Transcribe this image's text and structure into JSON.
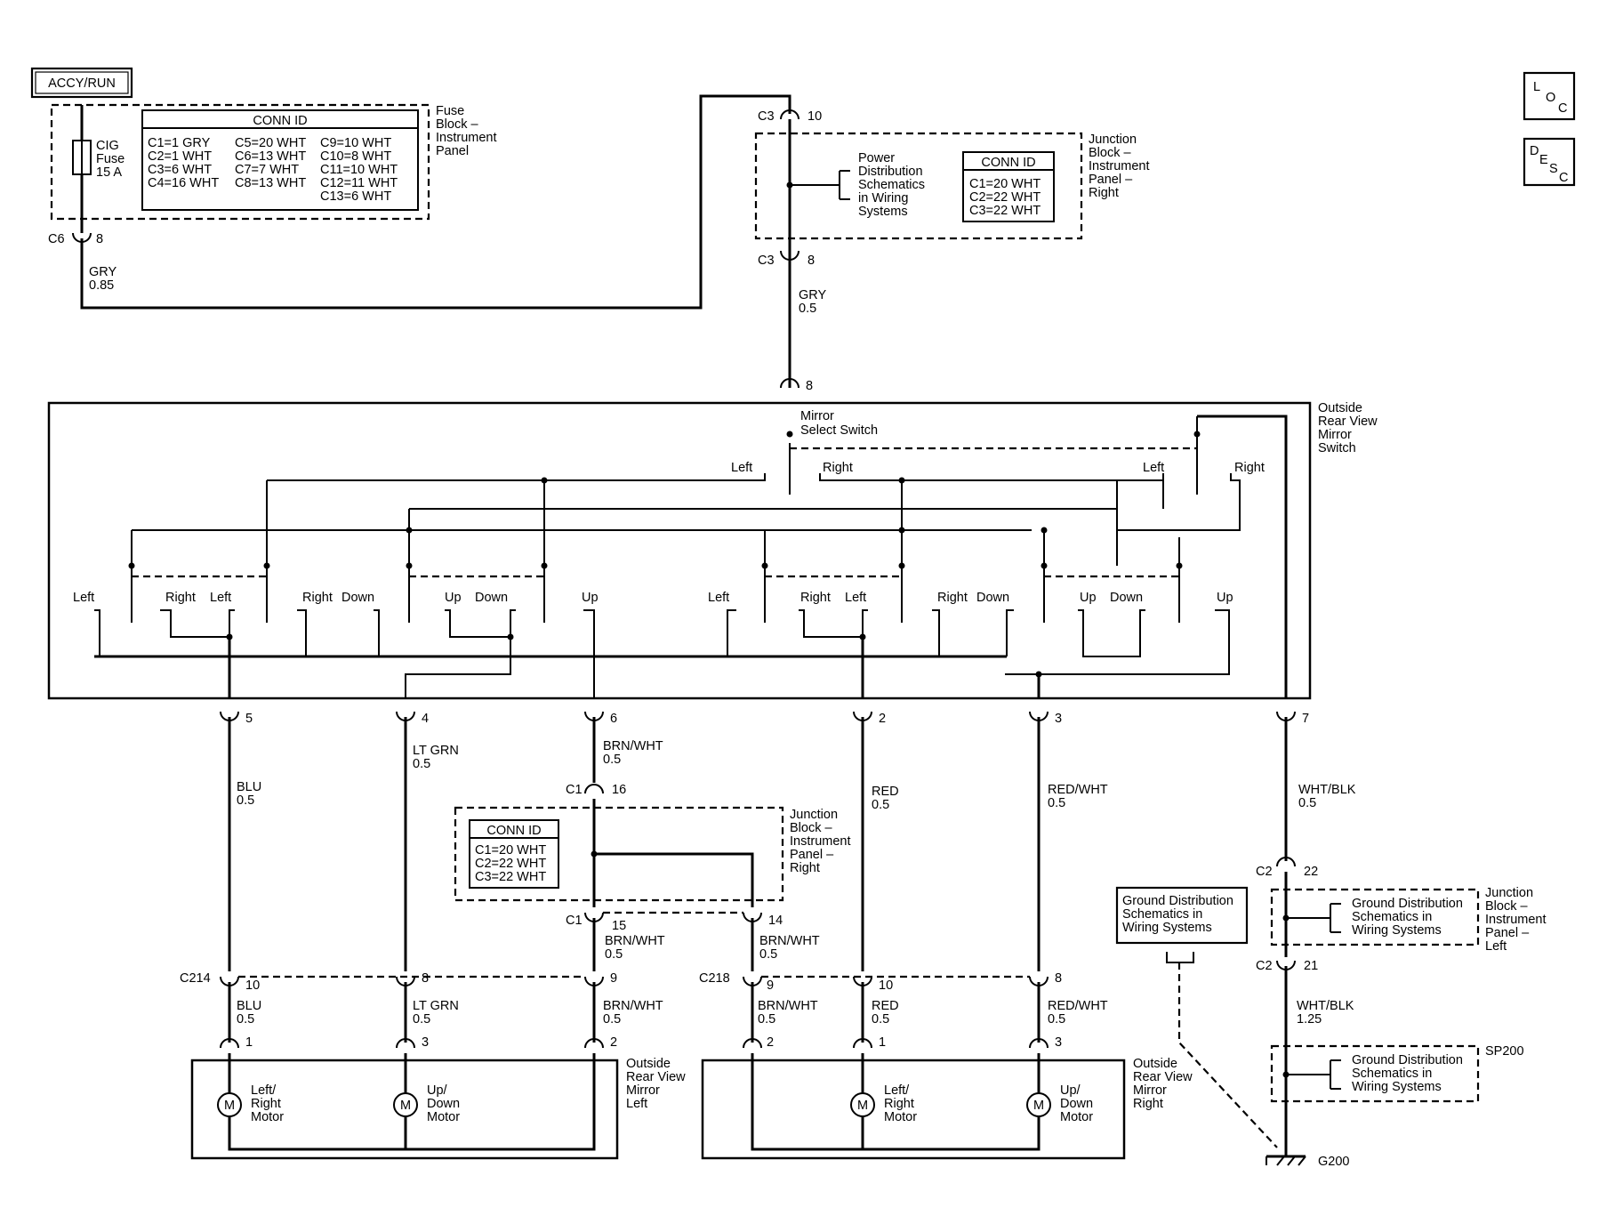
{
  "power_label": "ACCY/RUN",
  "fuse": {
    "name": [
      "CIG",
      "Fuse",
      "15 A"
    ],
    "block_label": [
      "Fuse",
      "Block –",
      "Instrument",
      "Panel"
    ]
  },
  "fuse_conn": {
    "title": "CONN ID",
    "col1": [
      "C1=1 GRY",
      "C2=1 WHT",
      "C3=6 WHT",
      "C4=16 WHT"
    ],
    "col2": [
      "C5=20 WHT",
      "C6=13 WHT",
      "C7=7 WHT",
      "C8=13 WHT"
    ],
    "col3": [
      "C9=10 WHT",
      "C10=8 WHT",
      "C11=10 WHT",
      "C12=11 WHT",
      "C13=6 WHT"
    ]
  },
  "jb_right_top": {
    "label": [
      "Junction",
      "Block –",
      "Instrument",
      "Panel –",
      "Right"
    ],
    "power_ref": [
      "Power",
      "Distribution",
      "Schematics",
      "in Wiring",
      "Systems"
    ],
    "conn_title": "CONN ID",
    "conn": [
      "C1=20 WHT",
      "C2=22 WHT",
      "C3=22 WHT"
    ]
  },
  "jb_right_mid": {
    "label": [
      "Junction",
      "Block –",
      "Instrument",
      "Panel –",
      "Right"
    ],
    "conn_title": "CONN ID",
    "conn": [
      "C1=20 WHT",
      "C2=22 WHT",
      "C3=22 WHT"
    ]
  },
  "jb_left": {
    "label": [
      "Junction",
      "Block –",
      "Instrument",
      "Panel –",
      "Left"
    ]
  },
  "connectors": {
    "c6": "C6",
    "c6_pin": "8",
    "c3a": "C3",
    "c3a_pin": "10",
    "c3b": "C3",
    "c3b_pin": "8",
    "sw_pin8": "8",
    "c1a": "C1",
    "c1a_pin": "16",
    "c1b": "C1",
    "c1b_pin": "15",
    "c1b_pin2": "14",
    "c2a": "C2",
    "c2a_pin": "22",
    "c2b": "C2",
    "c2b_pin": "21",
    "c214": "C214",
    "c218": "C218",
    "sp200": "SP200",
    "g200": "G200"
  },
  "wires": {
    "gry085": [
      "GRY",
      "0.85"
    ],
    "gry05": [
      "GRY",
      "0.5"
    ],
    "blu": [
      "BLU",
      "0.5"
    ],
    "ltgrn": [
      "LT GRN",
      "0.5"
    ],
    "brnwht": [
      "BRN/WHT",
      "0.5"
    ],
    "red": [
      "RED",
      "0.5"
    ],
    "redwht": [
      "RED/WHT",
      "0.5"
    ],
    "whtblk05": [
      "WHT/BLK",
      "0.5"
    ],
    "whtblk125": [
      "WHT/BLK",
      "1.25"
    ]
  },
  "switch": {
    "label": [
      "Outside",
      "Rear View",
      "Mirror",
      "Switch"
    ],
    "select_label": [
      "Mirror",
      "Select Switch"
    ],
    "select_left1": "Left",
    "select_right1": "Right",
    "select_left2": "Left",
    "select_right2": "Right",
    "contacts": [
      "Left",
      "Right",
      "Left",
      "Right",
      "Down",
      "Up",
      "Down",
      "Up"
    ],
    "pins": [
      "5",
      "4",
      "6",
      "2",
      "3",
      "7"
    ]
  },
  "c214_pins": [
    "10",
    "8",
    "9"
  ],
  "c218_pins": [
    "9",
    "10",
    "8"
  ],
  "mirror_left": {
    "label": [
      "Outside",
      "Rear View",
      "Mirror",
      "Left"
    ],
    "pins": [
      "1",
      "3",
      "2"
    ],
    "motor1": [
      "Left/",
      "Right",
      "Motor"
    ],
    "motor2": [
      "Up/",
      "Down",
      "Motor"
    ],
    "motor_symbol": "M"
  },
  "mirror_right": {
    "label": [
      "Outside",
      "Rear View",
      "Mirror",
      "Right"
    ],
    "pins": [
      "2",
      "1",
      "3"
    ],
    "motor1": [
      "Left/",
      "Right",
      "Motor"
    ],
    "motor2": [
      "Up/",
      "Down",
      "Motor"
    ],
    "motor_symbol": "M"
  },
  "ground_ref": [
    "Ground Distribution",
    "Schematics in",
    "Wiring Systems"
  ],
  "ground_ref_jb": [
    "Ground Distribution",
    "Schematics in",
    "Wiring Systems"
  ],
  "ground_ref_sp": [
    "Ground Distribution",
    "Schematics in",
    "Wiring Systems"
  ],
  "loc_icon": [
    "L",
    "O",
    "C"
  ],
  "desc_icon": [
    "D",
    "E",
    "S",
    "C"
  ]
}
